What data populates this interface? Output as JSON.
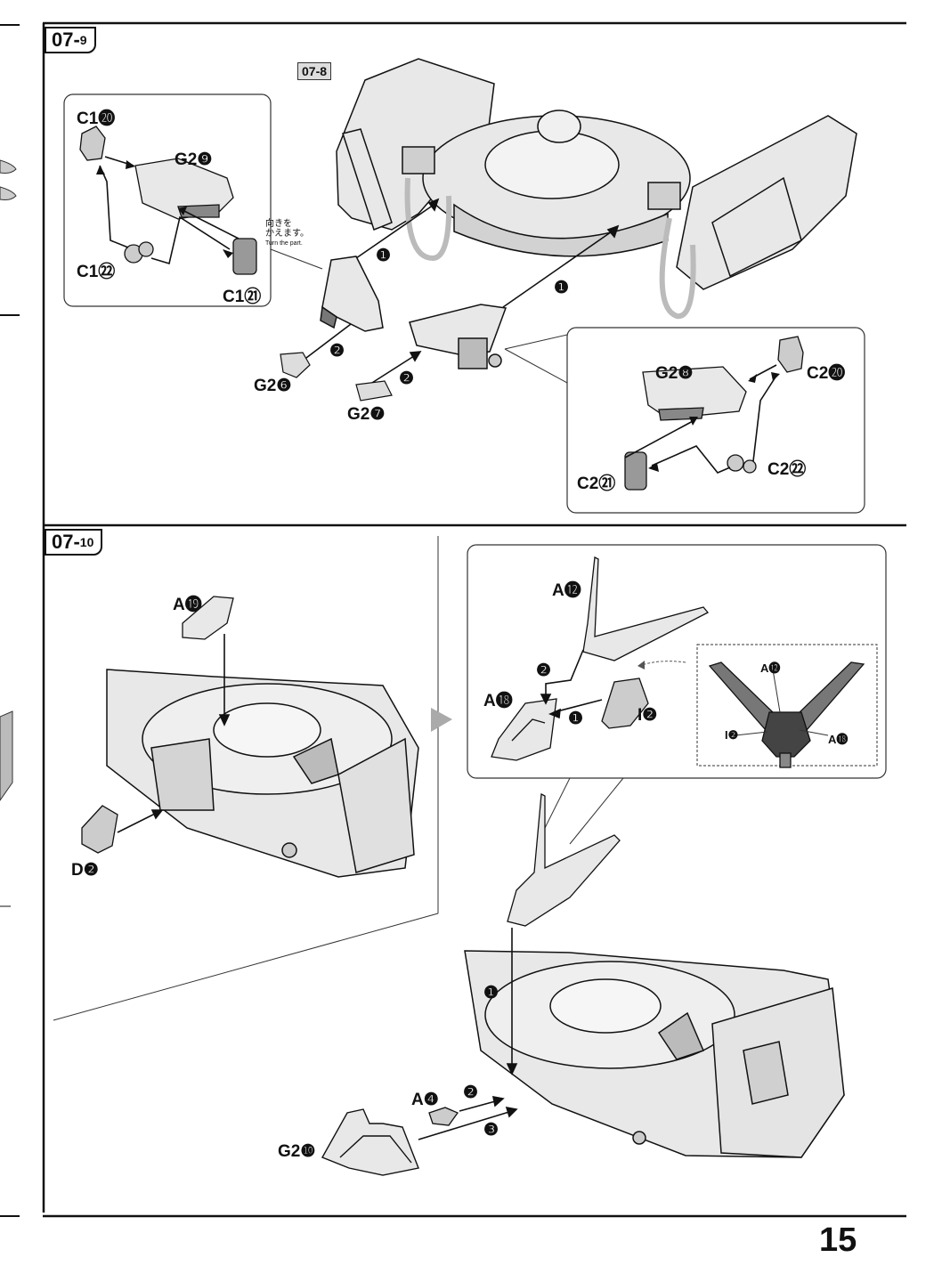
{
  "steps": {
    "s9": {
      "main": "07-",
      "sub": "9"
    },
    "s10": {
      "main": "07-",
      "sub": "10"
    }
  },
  "ref_tag": "07-8",
  "turn_note": {
    "ja_line1": "向きを",
    "ja_line2": "かえます。",
    "en": "Turn the part."
  },
  "labels": {
    "c1_20": "C1⓴",
    "g2_9": "G2❾",
    "c1_22": "C1㉒",
    "c1_21": "C1㉑",
    "g2_6": "G2❻",
    "g2_7": "G2❼",
    "g2_8": "G2❽",
    "c2_20": "C2⓴",
    "c2_21": "C2㉑",
    "c2_22": "C2㉒",
    "a19": "A⓳",
    "d2": "D❷",
    "a12": "A⓬",
    "a18": "A⓲",
    "i2": "I❷",
    "inset_a12": "A⓬",
    "inset_i2": "I❷",
    "inset_a18": "A⓲",
    "a4": "A❹",
    "g2_10": "G2❿"
  },
  "markers": {
    "m1": "❶",
    "m2": "❷",
    "m3": "❸"
  },
  "page_number": "15",
  "colors": {
    "ink": "#111111",
    "part_fill": "#e8e8e8",
    "part_shade": "#bdbdbd",
    "dark_part": "#6a6a6a"
  }
}
